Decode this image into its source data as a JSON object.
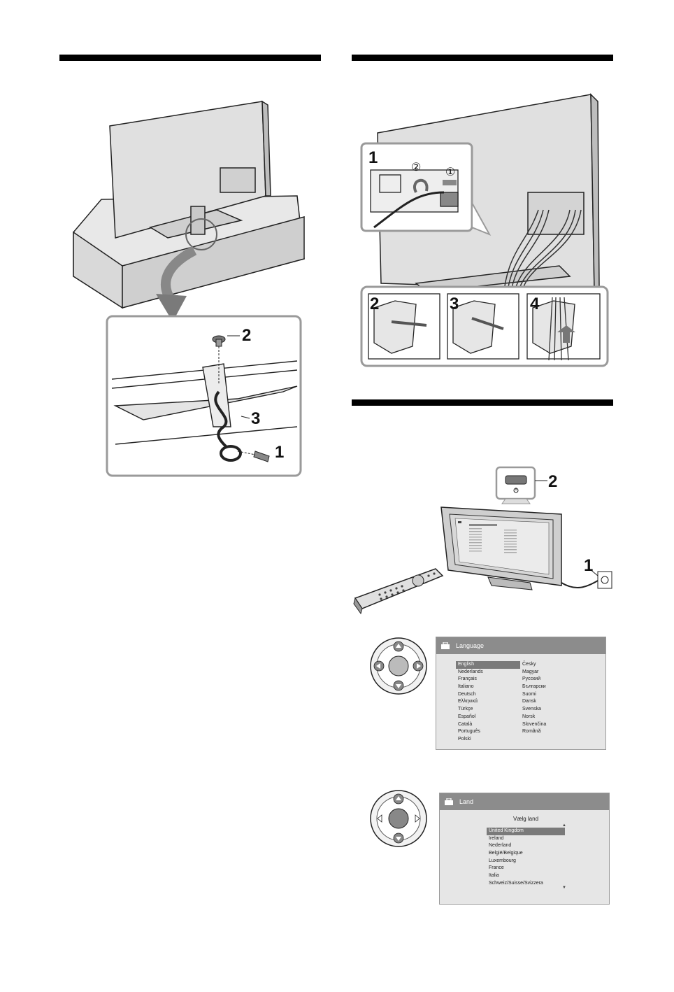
{
  "callouts": {
    "left_screw": "1",
    "left_cap": "2",
    "left_cord": "3",
    "cable_step1": "1",
    "cable_step1_sub2": "②",
    "cable_step1_sub1": "①",
    "cable_step2": "2",
    "cable_step3": "3",
    "cable_step4": "4",
    "power_button": "2",
    "power_plug": "1"
  },
  "language_menu": {
    "title": "Language",
    "col1": [
      "English",
      "Nederlands",
      "Français",
      "Italiano",
      "Deutsch",
      "Ελληνικά",
      "Türkçe",
      "Español",
      "Català",
      "Português",
      "Polski"
    ],
    "col2": [
      "Česky",
      "Magyar",
      "Русский",
      "Български",
      "Suomi",
      "Dansk",
      "Svenska",
      "Norsk",
      "Slovenčina",
      "Română"
    ],
    "selected": "English"
  },
  "land_menu": {
    "title": "Land",
    "subtitle": "Vælg land",
    "items": [
      "United Kingdom",
      "Ireland",
      "Nederland",
      "België/Belgique",
      "Luxembourg",
      "France",
      "Italia",
      "Schweiz/Suisse/Svizzera"
    ],
    "selected": "United Kingdom",
    "up_arrow": "▲",
    "down_arrow": "▼"
  },
  "icons": [
    "toolbox-icon",
    "power-icon",
    "arrow-icon",
    "remote-icon",
    "plug-icon"
  ]
}
